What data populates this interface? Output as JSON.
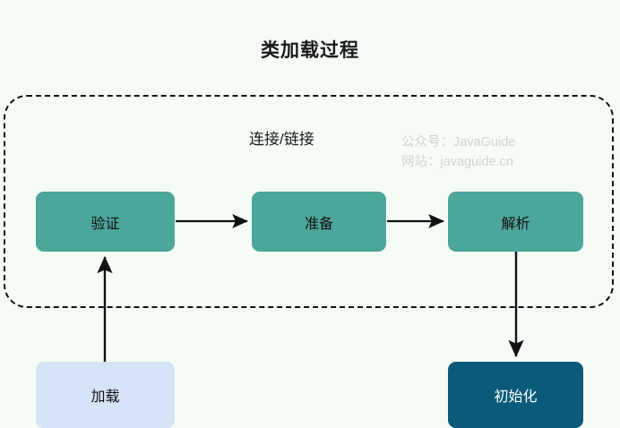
{
  "diagram": {
    "title": "类加载过程",
    "background_color": "#f5fcf6",
    "group": {
      "label": "连接/链接",
      "border_style": "dashed",
      "border_color": "#111111"
    },
    "watermark": {
      "line1": "公众号：JavaGuide",
      "line2": "网站：javaguide.cn",
      "color": "#cfd6d0"
    },
    "nodes": [
      {
        "id": "load",
        "label": "加载",
        "fill": "#d6e4f7",
        "text_color": "#111111"
      },
      {
        "id": "verify",
        "label": "验证",
        "fill": "#4ca69a",
        "text_color": "#111111"
      },
      {
        "id": "prepare",
        "label": "准备",
        "fill": "#4ca69a",
        "text_color": "#111111"
      },
      {
        "id": "resolve",
        "label": "解析",
        "fill": "#4ca69a",
        "text_color": "#111111"
      },
      {
        "id": "init",
        "label": "初始化",
        "fill": "#0a5a7a",
        "text_color": "#ffffff"
      }
    ],
    "edges": [
      {
        "from": "load",
        "to": "verify",
        "direction": "up"
      },
      {
        "from": "verify",
        "to": "prepare",
        "direction": "right"
      },
      {
        "from": "prepare",
        "to": "resolve",
        "direction": "right"
      },
      {
        "from": "resolve",
        "to": "init",
        "direction": "down"
      }
    ]
  }
}
